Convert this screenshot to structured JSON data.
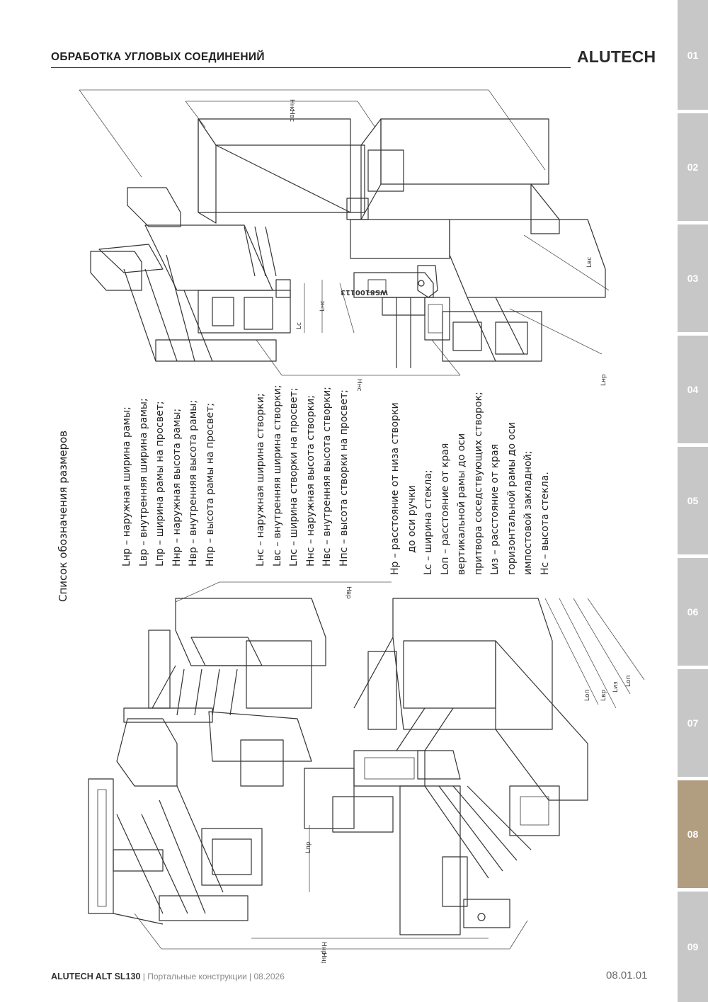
{
  "header": {
    "title": "ОБРАБОТКА УГЛОВЫХ СОЕДИНЕНИЙ",
    "brand": "ALUTECH"
  },
  "tabs": [
    {
      "label": "01",
      "active": false
    },
    {
      "label": "02",
      "active": false
    },
    {
      "label": "03",
      "active": false
    },
    {
      "label": "04",
      "active": false
    },
    {
      "label": "05",
      "active": false
    },
    {
      "label": "06",
      "active": false
    },
    {
      "label": "07",
      "active": false
    },
    {
      "label": "08",
      "active": true
    },
    {
      "label": "09",
      "active": false
    }
  ],
  "colors": {
    "tab_inactive": "#c7c7c7",
    "tab_active": "#b19d80",
    "text": "#222222"
  },
  "legend": {
    "heading": "Список обозначения размеров",
    "frame": [
      "Lнр – наружная ширина рамы;",
      "Lвр – внутренняя ширина рамы;",
      "Lпр – ширина рамы на просвет;",
      "Hнр – наружная высота рамы;",
      "Hвр – внутренняя высота рамы;",
      "Hпр – высота рамы на просвет;"
    ],
    "sash": [
      "Lнс – наружная ширина створки;",
      "Lвс – внутренняя ширина створки;",
      "Lпс – ширина створки на просвет;",
      "Hнс – наружная высота створки;",
      "Hвс – внутренняя высота створки;",
      "Hпс – высота створки на просвет;"
    ],
    "other": [
      "Hр – расстояние от низа створки",
      "       до оси ручки",
      "Lс – ширина стекла;",
      "Lоп – расстояние от края",
      "вертикальной рамы до оси",
      "притвора соседствующих створок;",
      "Lиз – расстояние от края",
      "горизонтальной рамы до оси",
      "импостовой закладной;",
      "Hс – высота стекла."
    ]
  },
  "dimension_labels": {
    "hnc": "Hнс",
    "hbc": "Hвс",
    "lc": "Lс",
    "lhc": "Lнс",
    "lbc": "Lвс",
    "hhc": "Hнс",
    "lhp": "Lнр",
    "hbp": "Hвр",
    "lnp": "Lпр",
    "hhp": "Hнр",
    "hnp": "Hнр",
    "lop": "Lоп",
    "lbp": "Lвр",
    "liz": "Lиз",
    "lop2": "Lоп"
  },
  "part_marks": {
    "part_number": "WS8100113"
  },
  "footer": {
    "product": "ALUTECH ALT SL130",
    "details": " | Портальные конструкции | 08.2026",
    "page": "08.01.01"
  }
}
